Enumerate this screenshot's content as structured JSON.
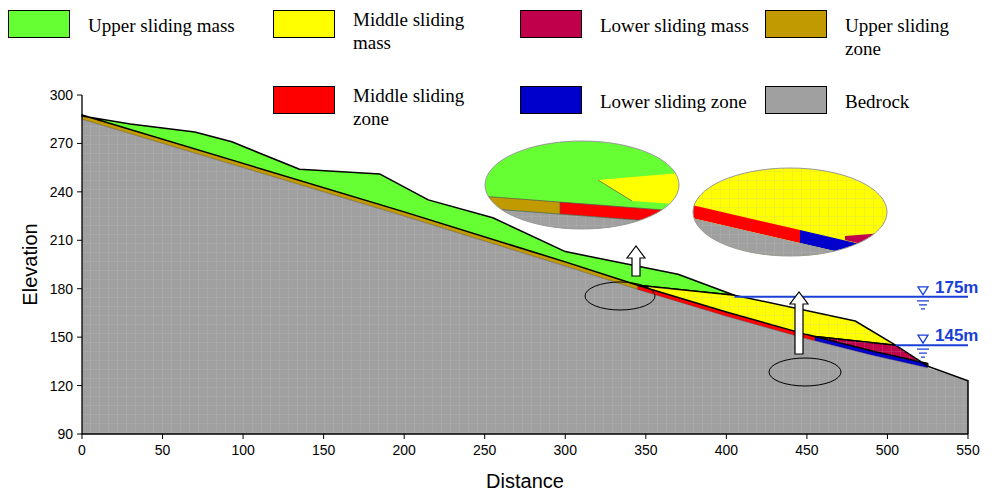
{
  "diagram": {
    "labels": [
      "300",
      "270",
      "240",
      "210",
      "180",
      "150",
      "120",
      "90",
      "0",
      "50",
      "100",
      "150",
      "200",
      "250",
      "300",
      "350",
      "400",
      "450",
      "500",
      "550",
      "Elevation",
      "Distance",
      "175m",
      "145m"
    ],
    "legend": [
      {
        "text": "Upper sliding mass",
        "color": "#66ff33"
      },
      {
        "text": "Middle sliding mass",
        "color": "#ffff00"
      },
      {
        "text": "Lower sliding mass",
        "color": "#c0004a"
      },
      {
        "text": "Upper sliding zone",
        "color": "#c09a00"
      },
      {
        "text": "Middle sliding zone",
        "color": "#ff0000"
      },
      {
        "text": "Lower sliding zone",
        "color": "#0000cc"
      },
      {
        "text": "Bedrock",
        "color": "#a0a0a0"
      }
    ]
  }
}
